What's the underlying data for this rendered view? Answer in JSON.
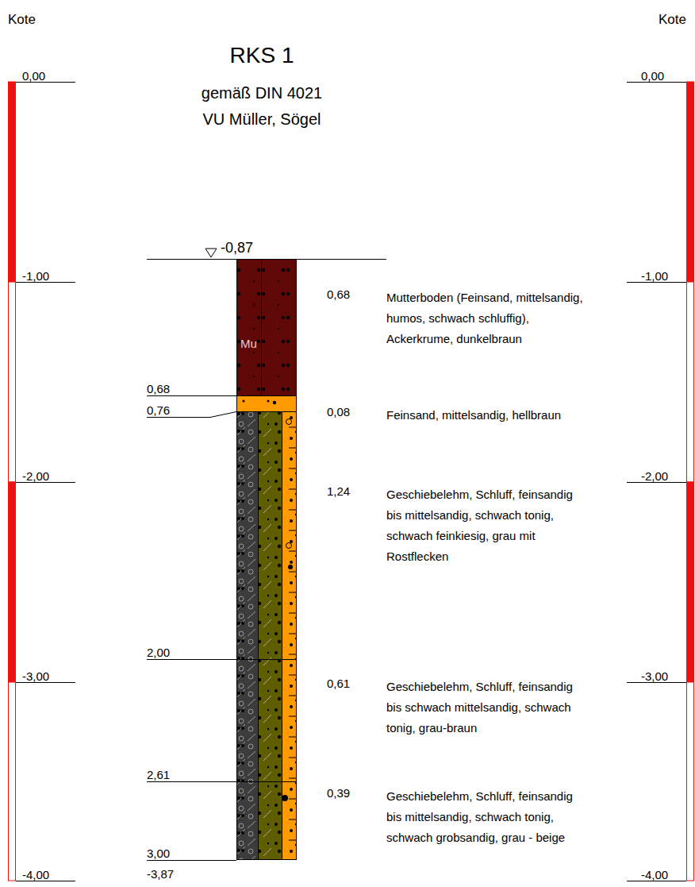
{
  "diagram": {
    "title": "RKS 1",
    "nodes": [
      {
        "text": [
          "Mu"
        ]
      }
    ],
    "labels": [
      "Kote",
      "Kote",
      "gemäß DIN 4021",
      "VU Müller, Sögel",
      "0,00",
      "-1,00",
      "-2,00",
      "-3,00",
      "-4,00",
      "0,00",
      "-1,00",
      "-2,00",
      "-3,00",
      "-4,00",
      "-0,87",
      "0,68",
      "0,76",
      "2,00",
      "2,61",
      "3,00",
      "-3,87",
      "0,68",
      "Mutterboden (Feinsand, mittelsandig, humos, schwach schluffig), Ackerkrume, dunkelbraun",
      "0,08",
      "Feinsand, mittelsandig, hellbraun",
      "1,24",
      "Geschiebelehm, Schluff, feinsandig bis mittelsandig, schwach tonig, schwach feinkiesig, grau mit Rostflecken",
      "0,61",
      "Geschiebelehm, Schluff, feinsandig bis schwach mittelsandig, schwach tonig, grau-braun",
      "0,39",
      "Geschiebelehm, Schluff, feinsandig bis mittelsandig, schwach tonig, schwach grobsandig, grau - beige"
    ]
  }
}
